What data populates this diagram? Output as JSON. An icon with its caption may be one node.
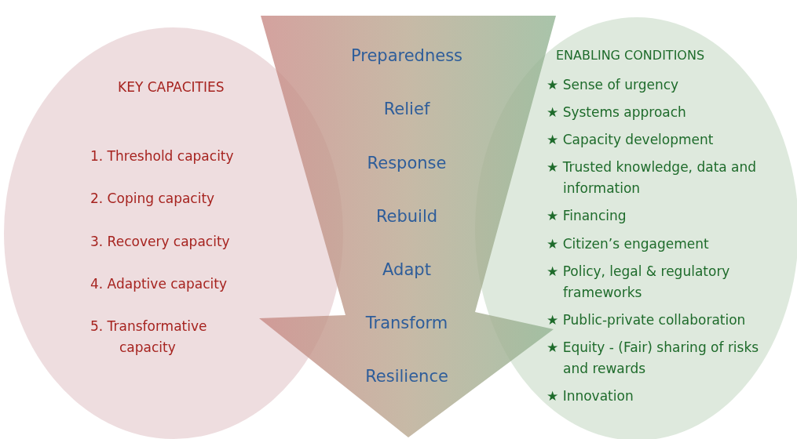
{
  "diagram": {
    "nodes": [
      {
        "text": [
          "KEY CAPACITIES",
          "1. Threshold capacity",
          "2. Coping capacity",
          "3. Recovery capacity",
          "4. Adaptive capacity",
          "5. Transformative capacity"
        ]
      },
      {
        "text": [
          "Preparedness",
          "Relief",
          "Response",
          "Rebuild",
          "Adapt",
          "Transform",
          "Resilience"
        ]
      },
      {
        "text": [
          "ENABLING CONDITIONS",
          "★ Sense of urgency",
          "★ Systems approach",
          "★ Capacity development",
          "★ Trusted knowledge, data and information",
          "★ Financing",
          "★ Citizen’s engagement",
          "★ Policy, legal & regulatory frameworks",
          "★ Public-private collaboration",
          "★ Equity - (Fair) sharing of risks and rewards",
          "★ Innovation"
        ]
      }
    ]
  }
}
